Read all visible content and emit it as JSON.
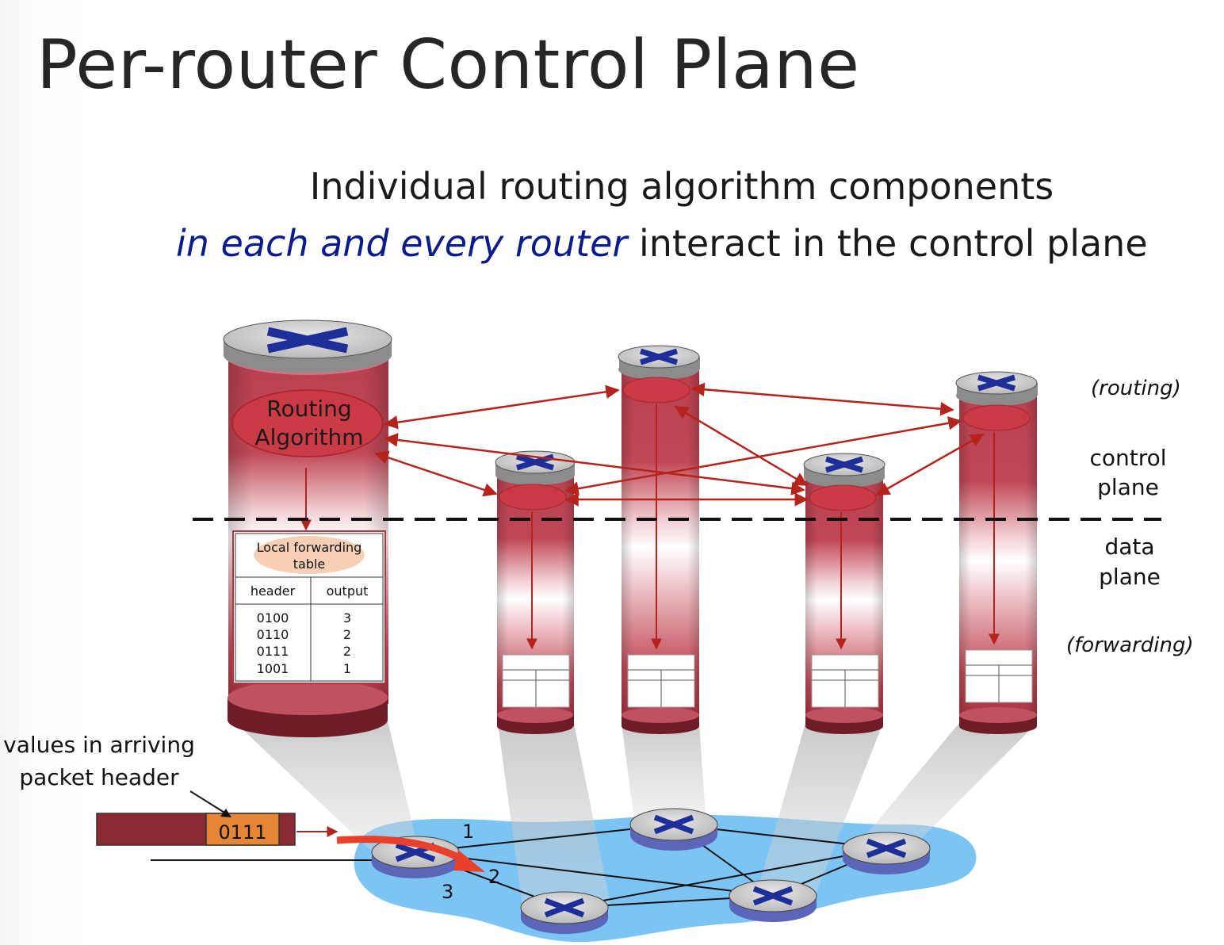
{
  "title": "Per-router Control Plane",
  "subtitle": {
    "line1": "Individual routing algorithm components",
    "line2_emphasis": "in each and every router",
    "line2_rest": " interact in the control plane"
  },
  "labels": {
    "routing_algorithm_line1": "Routing",
    "routing_algorithm_line2": "Algorithm",
    "control_plane_line1": "control",
    "control_plane_line2": "plane",
    "data_plane_line1": "data",
    "data_plane_line2": "plane",
    "handwritten_routing": "(routing)",
    "handwritten_forwarding": "(forwarding)",
    "arriving_line1": "values in arriving",
    "arriving_line2": "packet header",
    "packet_value": "0111",
    "port_1": "1",
    "port_2": "2",
    "port_3": "3"
  },
  "forwarding_table": {
    "title_line1": "Local forwarding",
    "title_line2": "table",
    "col_header": "header",
    "col_output": "output",
    "rows": [
      {
        "header": "0100",
        "output": "3"
      },
      {
        "header": "0110",
        "output": "2"
      },
      {
        "header": "0111",
        "output": "2"
      },
      {
        "header": "1001",
        "output": "1"
      }
    ]
  },
  "colors": {
    "arrow": "#b5231d",
    "cylinder_dark": "#7a1f2a",
    "cylinder_mid": "#c8525f",
    "router_blue": "#1f2f9a",
    "network_blue": "#7cc4f4",
    "packet_dark": "#8b2a33",
    "packet_orange": "#e58536",
    "title_blue": "#0a1b8c"
  }
}
